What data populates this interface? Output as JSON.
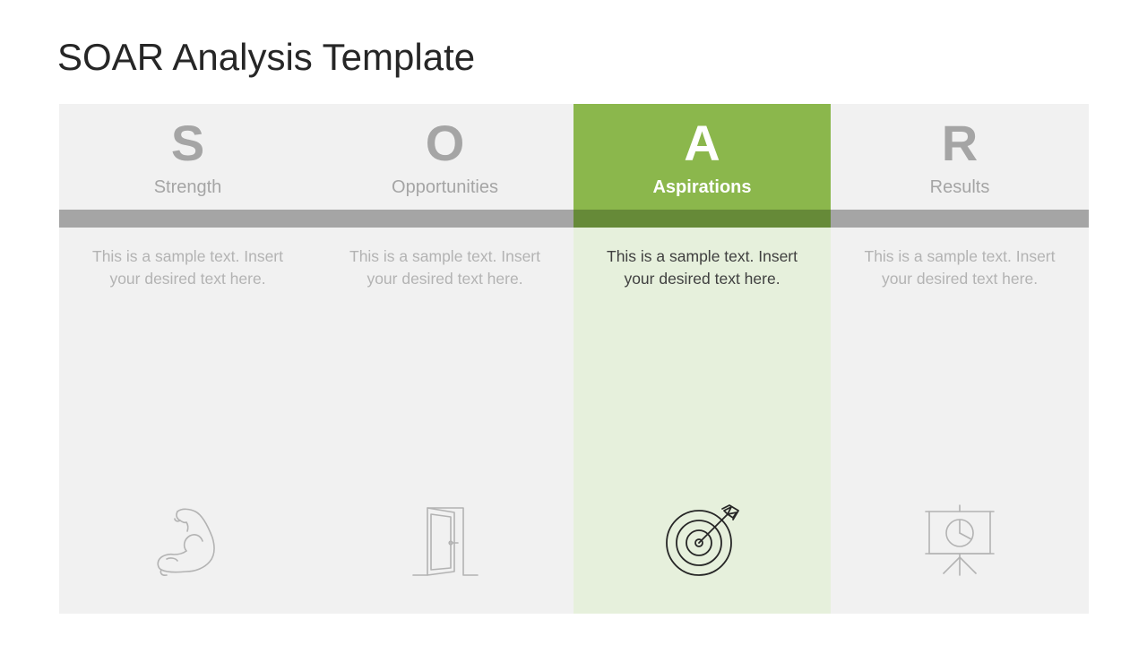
{
  "slide": {
    "title": "SOAR Analysis Template"
  },
  "columns": [
    {
      "letter": "S",
      "name": "Strength",
      "text": "This is a sample text. Insert your desired text here.",
      "icon": "flexed-bicep-icon",
      "active": false
    },
    {
      "letter": "O",
      "name": "Opportunities",
      "text": "This is a sample text. Insert your desired text here.",
      "icon": "open-door-icon",
      "active": false
    },
    {
      "letter": "A",
      "name": "Aspirations",
      "text": "This is a sample text. Insert your desired text here.",
      "icon": "target-arrow-icon",
      "active": true
    },
    {
      "letter": "R",
      "name": "Results",
      "text": "This is a sample text. Insert your desired text here.",
      "icon": "presentation-board-icon",
      "active": false
    }
  ],
  "colors": {
    "panel": "#f1f1f1",
    "band": "#a5a5a5",
    "accent": "#8bb74c",
    "accent_dark": "#668a38",
    "accent_light": "#e6f0dc",
    "muted_text": "#a5a5a5"
  }
}
